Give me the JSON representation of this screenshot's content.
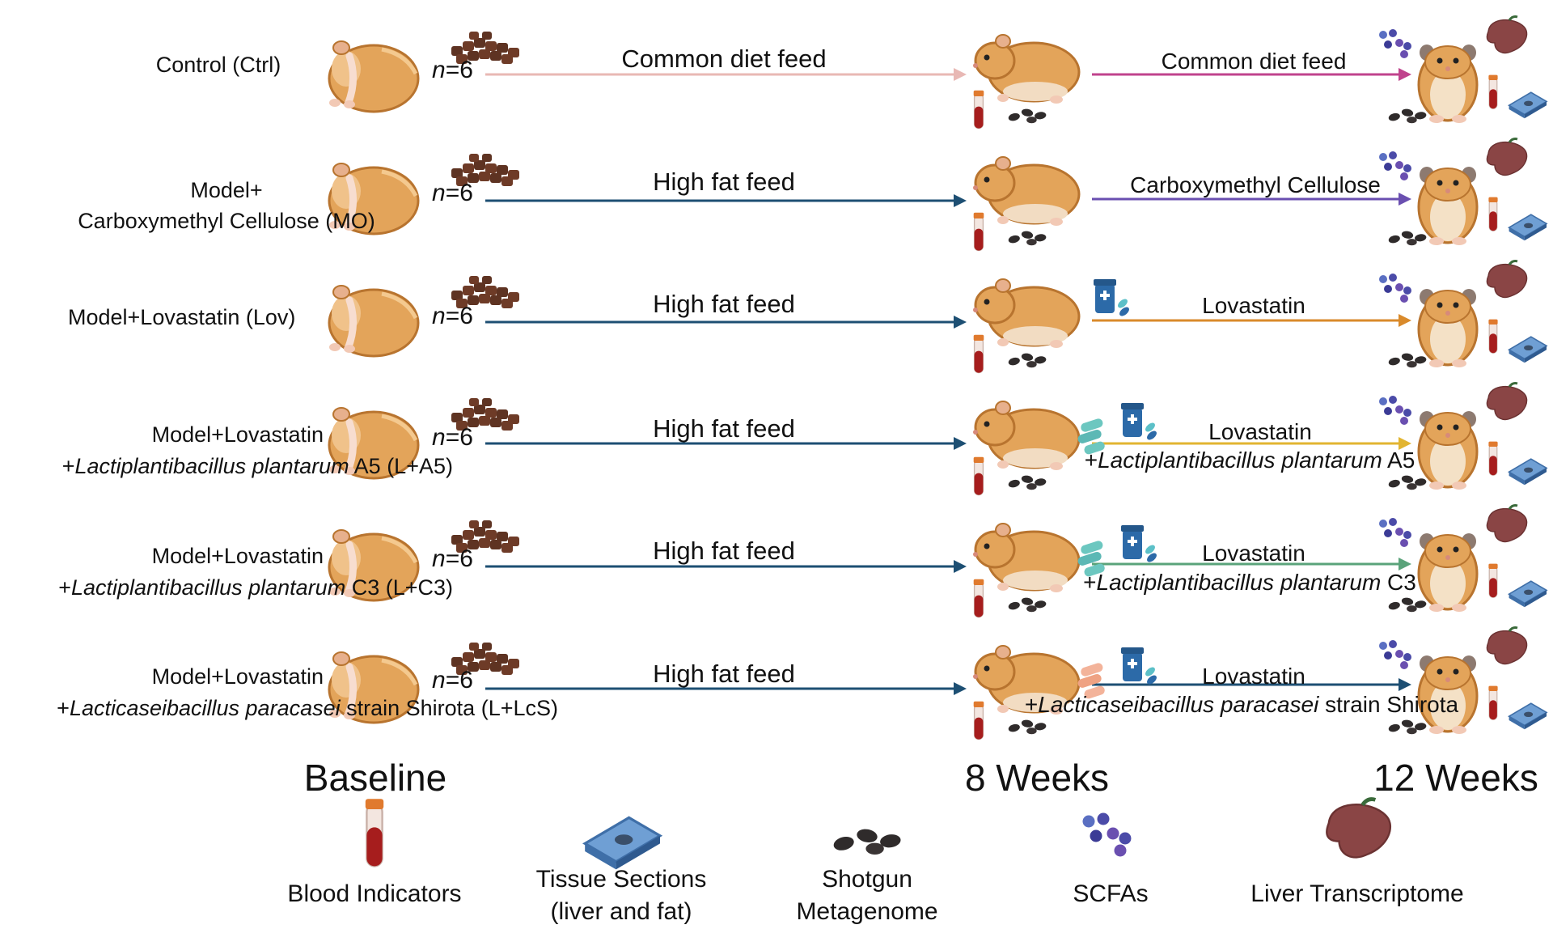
{
  "groups": [
    {
      "line1": "Control (Ctrl)",
      "line2": "",
      "line2_species": "",
      "line2_rest": "",
      "n_prefix": "n",
      "n_value": "=6",
      "feed": "Common diet feed",
      "treatment_line1": "Common diet feed",
      "treatment_species": "",
      "treatment_rest": "",
      "arrow1_color": "#e8b8b4",
      "arrow2_color": "#c0438d",
      "supplement": "none"
    },
    {
      "line1": "Model+",
      "line2": "Carboxymethyl Cellulose (MO)",
      "line2_species": "",
      "line2_rest": "",
      "n_prefix": "n",
      "n_value": "=6",
      "feed": "High fat feed",
      "treatment_line1": "Carboxymethyl Cellulose",
      "treatment_species": "",
      "treatment_rest": "",
      "arrow1_color": "#1d4f73",
      "arrow2_color": "#6a4fb0",
      "supplement": "none"
    },
    {
      "line1": "Model+Lovastatin (Lov)",
      "line2": "",
      "line2_species": "",
      "line2_rest": "",
      "n_prefix": "n",
      "n_value": "=6",
      "feed": "High fat feed",
      "treatment_line1": "Lovastatin",
      "treatment_species": "",
      "treatment_rest": "",
      "arrow1_color": "#1d4f73",
      "arrow2_color": "#d98a2b",
      "supplement": "drug"
    },
    {
      "line1": "Model+Lovastatin",
      "line2": "+",
      "line2_species": "Lactiplantibacillus plantarum",
      "line2_rest": " A5 (L+A5)",
      "n_prefix": "n",
      "n_value": "=6",
      "feed": "High fat feed",
      "treatment_line1": "Lovastatin",
      "treatment_species": "Lactiplantibacillus plantarum",
      "treatment_rest": " A5",
      "arrow1_color": "#1d4f73",
      "arrow2_color": "#e2b531",
      "supplement": "probiotic-teal"
    },
    {
      "line1": "Model+Lovastatin",
      "line2": "+",
      "line2_species": "Lactiplantibacillus plantarum",
      "line2_rest": " C3 (L+C3)",
      "n_prefix": "n",
      "n_value": "=6",
      "feed": "High fat feed",
      "treatment_line1": "Lovastatin",
      "treatment_species": "Lactiplantibacillus plantarum",
      "treatment_rest": " C3",
      "arrow1_color": "#1d4f73",
      "arrow2_color": "#5aa37a",
      "supplement": "probiotic-teal"
    },
    {
      "line1": "Model+Lovastatin",
      "line2": "+",
      "line2_species": "Lacticaseibacillus paracasei",
      "line2_rest": " strain Shirota (L+LcS)",
      "n_prefix": "n",
      "n_value": "=6",
      "feed": "High fat feed",
      "treatment_line1": "Lovastatin",
      "treatment_species": "Lacticaseibacillus paracasei",
      "treatment_rest": " strain Shirota",
      "arrow1_color": "#1d4f73",
      "arrow2_color": "#1d4f73",
      "supplement": "probiotic-peach"
    }
  ],
  "timeline": {
    "baseline": "Baseline",
    "week8": "8 Weeks",
    "week12": "12 Weeks"
  },
  "legend": [
    {
      "icon": "blood-tube-icon",
      "line1": "Blood Indicators",
      "line2": ""
    },
    {
      "icon": "tissue-slide-icon",
      "line1": "Tissue Sections",
      "line2": "(liver and fat)"
    },
    {
      "icon": "feces-icon",
      "line1": "Shotgun",
      "line2": "Metagenome"
    },
    {
      "icon": "scfa-dots-icon",
      "line1": "SCFAs",
      "line2": ""
    },
    {
      "icon": "liver-icon",
      "line1": "Liver Transcriptome",
      "line2": ""
    }
  ],
  "colors": {
    "hamster": "#e3a45a",
    "hamster_dark": "#b8742f",
    "feed_pellet": "#5e3322",
    "feces": "#2f2b2b",
    "blood": "#a61d1d",
    "slide": "#6f9fd4",
    "scfa": "#4b4ba8",
    "liver": "#8a4545",
    "drug_bottle": "#2c6aa8",
    "pill": "#5cc0c8"
  }
}
